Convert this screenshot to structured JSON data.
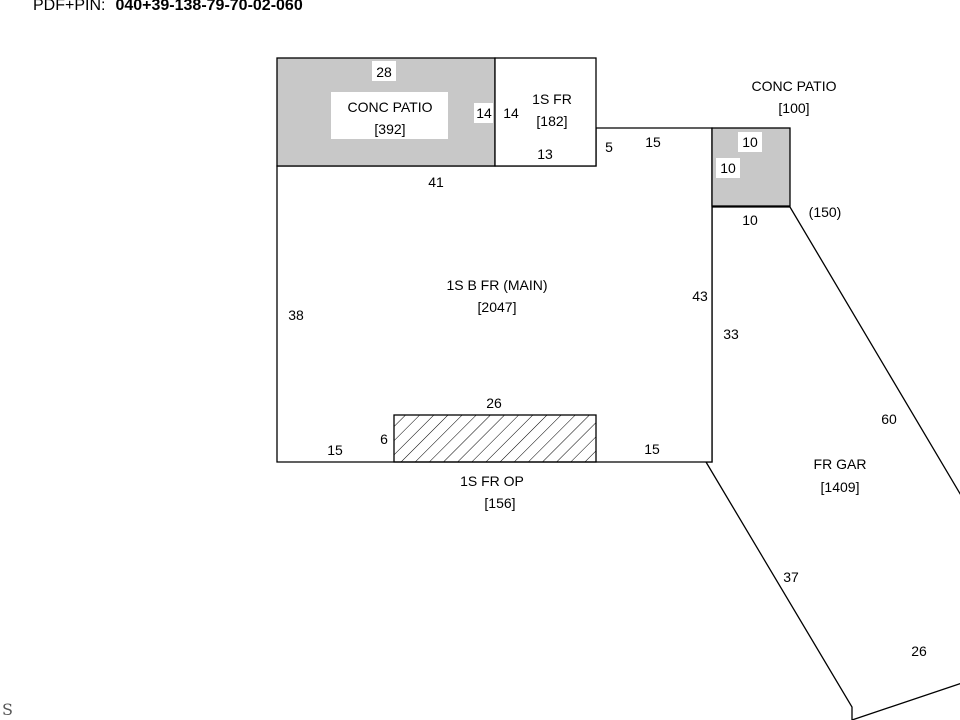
{
  "header": {
    "label": "PDF+PIN:",
    "pin": "040+39-138-79-70-02-060"
  },
  "areas": {
    "patio_west": {
      "name": "CONC PATIO",
      "sqft": "[392]",
      "width": "28",
      "depth": "14"
    },
    "fr_1s": {
      "name": "1S FR",
      "sqft": "[182]",
      "depth": "14",
      "width": "13"
    },
    "main": {
      "name": "1S B FR (MAIN)",
      "sqft": "[2047]"
    },
    "patio_east": {
      "name": "CONC PATIO",
      "sqft": "[100]",
      "top": "10",
      "side": "10",
      "bottom": "10"
    },
    "garage": {
      "name": "FR GAR",
      "sqft": "[1409]",
      "area_note": "(150)"
    },
    "porch": {
      "name": "1S FR OP",
      "sqft": "[156]",
      "width": "26",
      "depth": "6"
    }
  },
  "dimensions": {
    "main_top": "41",
    "step": "5",
    "top_right": "15",
    "left": "38",
    "right": "43",
    "bottom_left": "15",
    "bottom_right": "15",
    "garage_left": "33",
    "garage_right": "60",
    "garage_lower": "37",
    "garage_bottom": "26"
  },
  "footer_glyph": "S",
  "colors": {
    "patio_fill": "#c8c8c8",
    "line": "#000000",
    "background": "#ffffff"
  }
}
